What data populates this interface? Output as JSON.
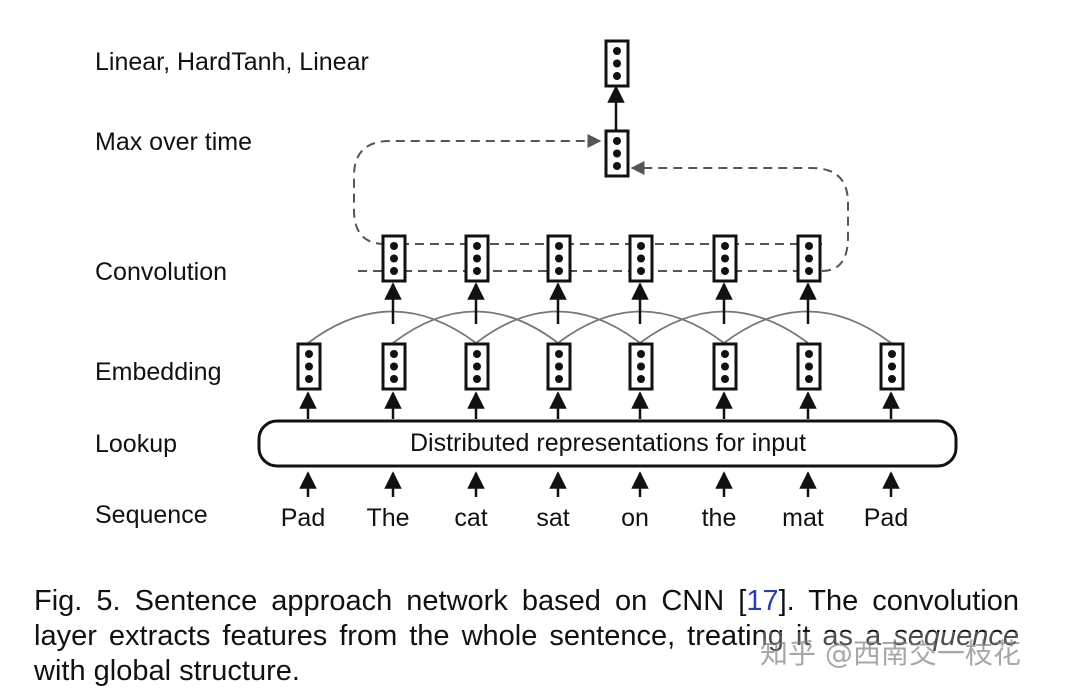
{
  "layer_labels": {
    "output": "Linear, HardTanh, Linear",
    "maxpool": "Max over time",
    "convolution": "Convolution",
    "embedding": "Embedding",
    "lookup": "Lookup",
    "sequence": "Sequence"
  },
  "lookup_box_text": "Distributed representations for input",
  "tokens": [
    "Pad",
    "The",
    "cat",
    "sat",
    "on",
    "the",
    "mat",
    "Pad"
  ],
  "caption": {
    "prefix": "Fig. 5. Sentence approach network based on CNN [",
    "ref": "17",
    "middle": "]. The convolution layer extracts features from the whole sentence, treating it as a ",
    "emphasis": "sequence",
    "suffix": " with global structure."
  },
  "watermark": "知乎 @西南交一枝花",
  "colors": {
    "ink": "#111111",
    "dashed_arrow": "#555555",
    "arc": "#777777",
    "reference_link": "#2a3fa8"
  }
}
